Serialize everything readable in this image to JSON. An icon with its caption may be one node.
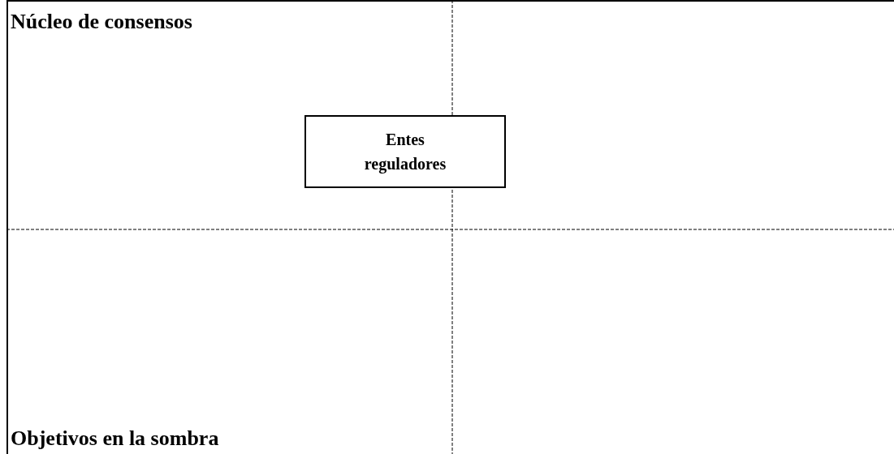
{
  "diagram": {
    "nodes": [
      {
        "text": [
          "Entes reguladores"
        ]
      }
    ],
    "labels": [
      "Núcleo de consensos",
      "Objetivos en la sombra"
    ]
  }
}
